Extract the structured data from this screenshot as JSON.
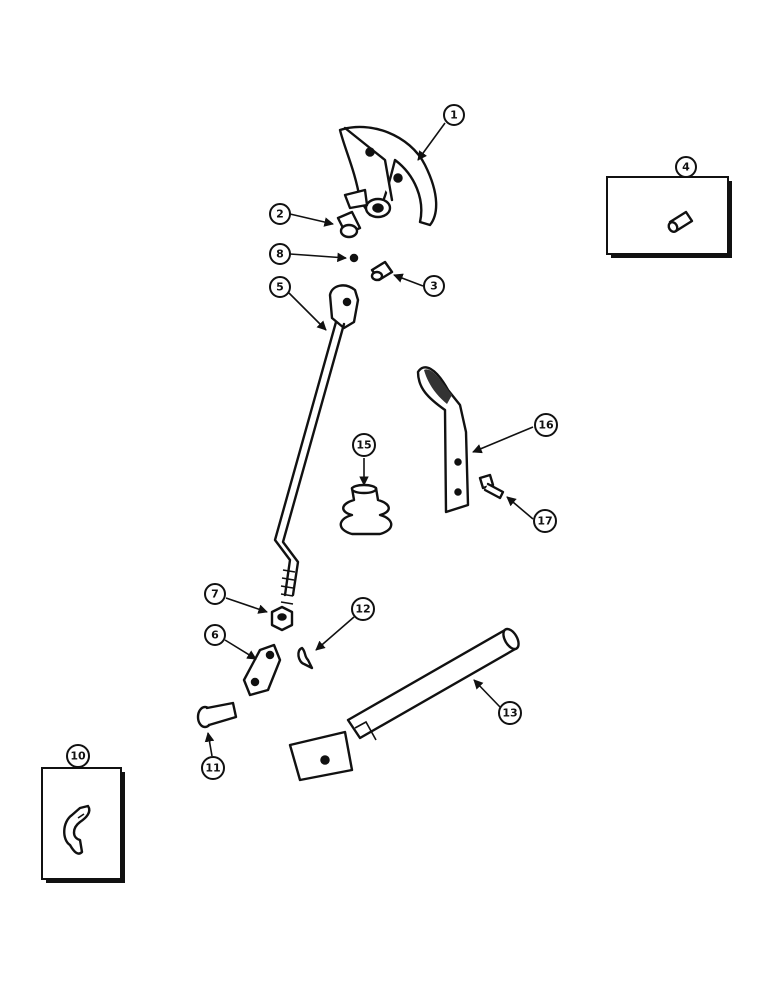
{
  "diagram": {
    "callouts": {
      "c1": "1",
      "c2": "2",
      "c3": "3",
      "c4": "4",
      "c5": "5",
      "c6": "6",
      "c7": "7",
      "c8": "8",
      "c10": "10",
      "c11": "11",
      "c12": "12",
      "c13": "13",
      "c15": "15",
      "c16": "16",
      "c17": "17"
    }
  }
}
